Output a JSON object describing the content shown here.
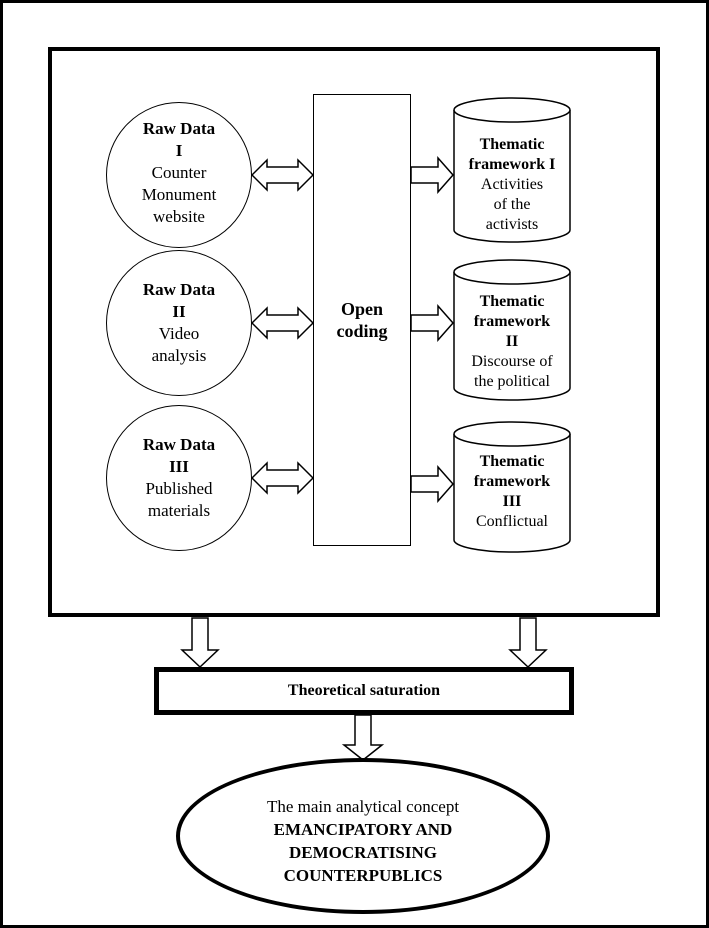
{
  "raw_data": [
    {
      "title": "Raw Data",
      "numeral": "I",
      "line1": "Counter",
      "line2": "Monument",
      "line3": "website"
    },
    {
      "title": "Raw Data",
      "numeral": "II",
      "line1": "Video",
      "line2": "analysis",
      "line3": ""
    },
    {
      "title": "Raw Data",
      "numeral": "III",
      "line1": "Published",
      "line2": "materials",
      "line3": ""
    }
  ],
  "center": {
    "line1": "Open",
    "line2": "coding"
  },
  "frameworks": [
    {
      "title1": "Thematic",
      "title2": "framework I",
      "title3": "",
      "desc1": "Activities",
      "desc2": "of the",
      "desc3": "activists"
    },
    {
      "title1": "Thematic",
      "title2": "framework",
      "title3": "II",
      "desc1": "Discourse of",
      "desc2": "the political",
      "desc3": ""
    },
    {
      "title1": "Thematic",
      "title2": "framework",
      "title3": "III",
      "desc1": "Conflictual",
      "desc2": "",
      "desc3": ""
    }
  ],
  "saturation": {
    "label": "Theoretical saturation"
  },
  "concept": {
    "line1": "The main analytical concept",
    "line2": "EMANCIPATORY AND",
    "line3": "DEMOCRATISING",
    "line4": "COUNTERPUBLICS"
  }
}
